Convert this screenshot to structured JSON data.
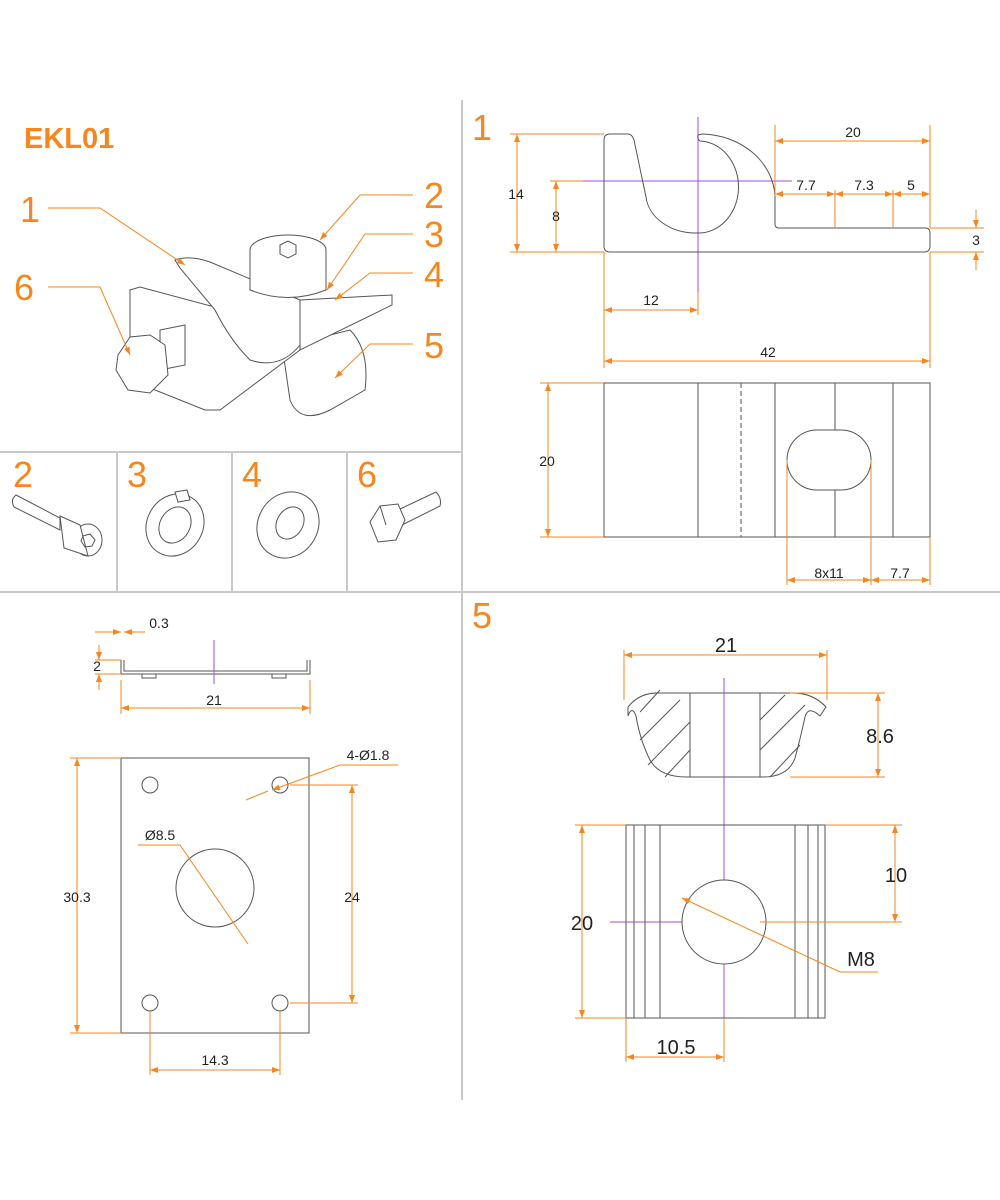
{
  "title": "EKL01",
  "callouts": [
    "1",
    "2",
    "3",
    "4",
    "5",
    "6"
  ],
  "parts_row": [
    "2",
    "3",
    "4",
    "6"
  ],
  "profile": {
    "label": "1",
    "dims": {
      "height": "14",
      "center_height": "8",
      "center_offset": "12",
      "length": "42",
      "flange": "20",
      "seg1": "7.7",
      "seg2": "7.3",
      "seg3": "5",
      "thickness": "3"
    }
  },
  "plan": {
    "width": "20",
    "slot": "8x11",
    "edge": "7.7"
  },
  "plate": {
    "thickness": "0.3",
    "flange": "2",
    "width": "21",
    "holes": "4-Ø1.8",
    "center_hole": "Ø8.5",
    "length": "30.3",
    "hole_spacing_v": "24",
    "hole_spacing_h": "14.3"
  },
  "tnut": {
    "label": "5",
    "width": "21",
    "height": "8.6",
    "half_length": "10",
    "length": "20",
    "thread": "M8",
    "half_width": "10.5"
  },
  "colors": {
    "accent": "#f7861e",
    "centerline": "#a04de0"
  }
}
